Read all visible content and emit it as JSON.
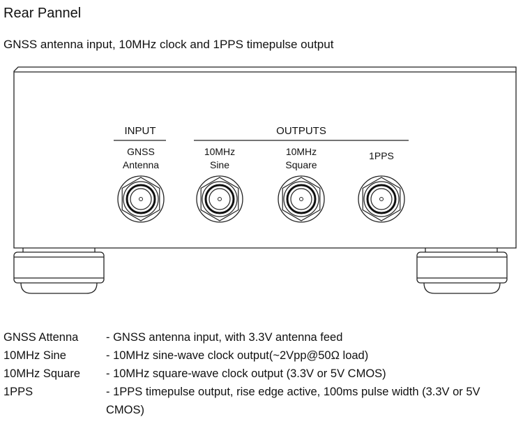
{
  "title": "Rear Pannel",
  "subtitle": "GNSS antenna input, 10MHz clock and 1PPS timepulse output",
  "panel": {
    "input_header": "INPUT",
    "outputs_header": "OUTPUTS",
    "connectors": [
      {
        "line1": "GNSS",
        "line2": "Antenna"
      },
      {
        "line1": "10MHz",
        "line2": "Sine"
      },
      {
        "line1": "10MHz",
        "line2": "Square"
      },
      {
        "line1": "1PPS",
        "line2": ""
      }
    ]
  },
  "descriptions": [
    {
      "term": "GNSS Attenna",
      "text": "- GNSS antenna input, with 3.3V antenna feed"
    },
    {
      "term": "10MHz Sine",
      "text": "- 10MHz sine-wave clock output(~2Vpp@50Ω  load)"
    },
    {
      "term": "10MHz Square",
      "text": "- 10MHz square-wave clock output (3.3V or 5V CMOS)"
    },
    {
      "term": "1PPS",
      "text": "- 1PPS timepulse output, rise edge active, 100ms pulse width (3.3V or 5V CMOS)"
    }
  ]
}
